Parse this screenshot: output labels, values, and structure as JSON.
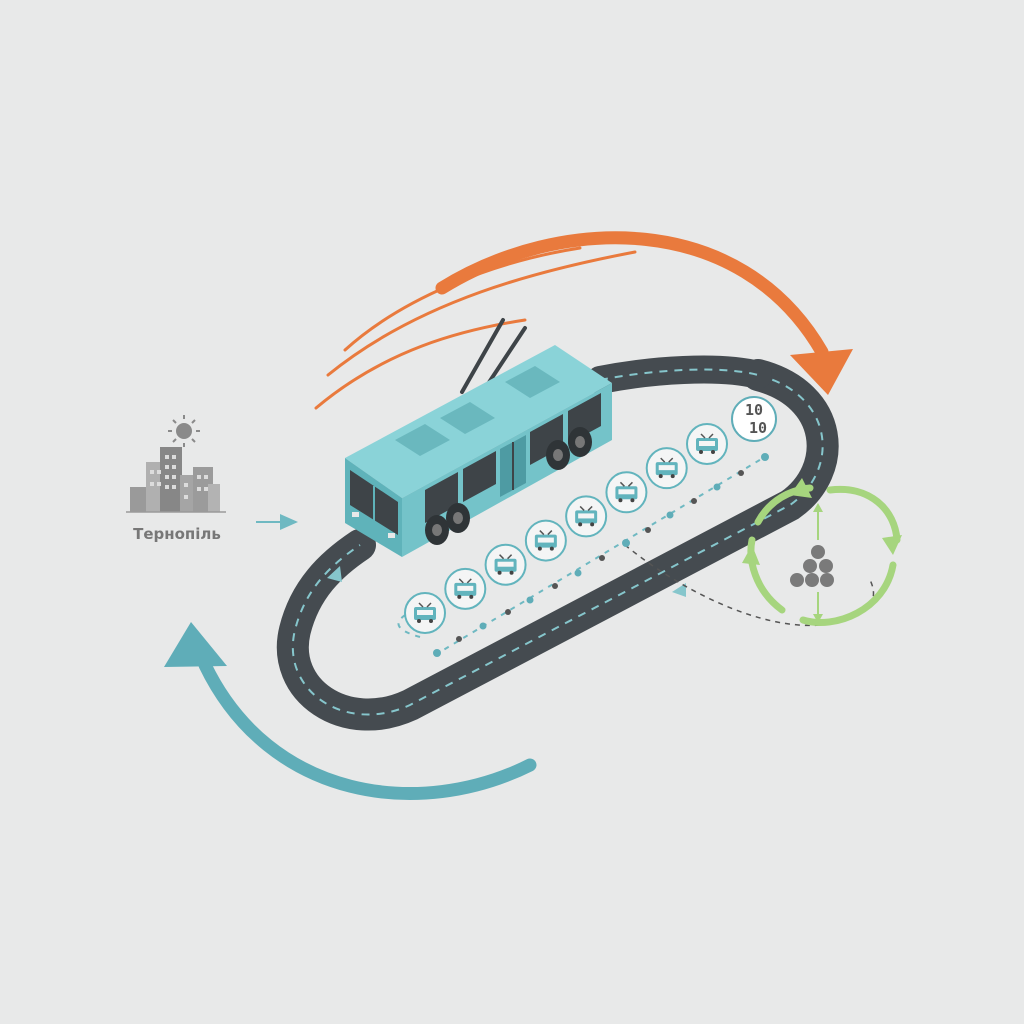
{
  "diagram": {
    "city": {
      "label": "Тернопіль",
      "icon": "city-skyline-icon",
      "sun_icon": "sun-icon"
    },
    "counter": {
      "line1": "10",
      "line2": "10"
    },
    "route_stop_count": 8,
    "colors": {
      "background": "#e8e9e9",
      "bus_body": "#7cc9cf",
      "bus_dark": "#4e9ba3",
      "road": "#454b50",
      "road_dash": "#86c6cc",
      "orange_arrow": "#e97a3d",
      "teal_arrow": "#5fadb8",
      "green_cycle": "#a6d57e",
      "gray_text": "#777777",
      "stop_icon": "#62b4bd"
    }
  }
}
